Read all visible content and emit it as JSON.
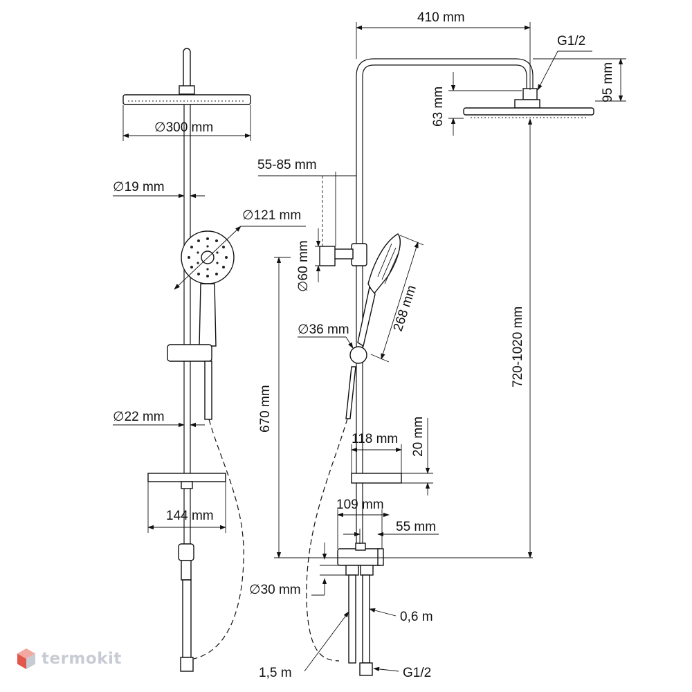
{
  "labels": {
    "top_width": "410 mm",
    "connector_top": "G1/2",
    "head_height_total": "95 mm",
    "head_height_lower": "63 mm",
    "head_diameter": "300 mm",
    "slide_range": "55-85 mm",
    "rail_diameter": "19 mm",
    "handshower_diameter": "121 mm",
    "bracket_size": "60 mm",
    "handshower_length": "268 mm",
    "knob_diameter": "36 mm",
    "overall_height": "720-1020 mm",
    "lower_rail_diameter": "22 mm",
    "mixer_height": "670 mm",
    "shelf_depth": "118 mm",
    "shelf_height": "20 mm",
    "shelf_width": "144 mm",
    "mixer_width": "109 mm",
    "mixer_offset": "55 mm",
    "outlet_diameter": "30 mm",
    "hose_short": "0,6 m",
    "hose_long": "1,5 m",
    "connector_bottom": "G1/2"
  },
  "diameter_symbol": "∅",
  "brand": {
    "name": "termokit",
    "logo_colors": [
      "#e2574c",
      "#f2a7a1",
      "#c7cbd3"
    ]
  }
}
